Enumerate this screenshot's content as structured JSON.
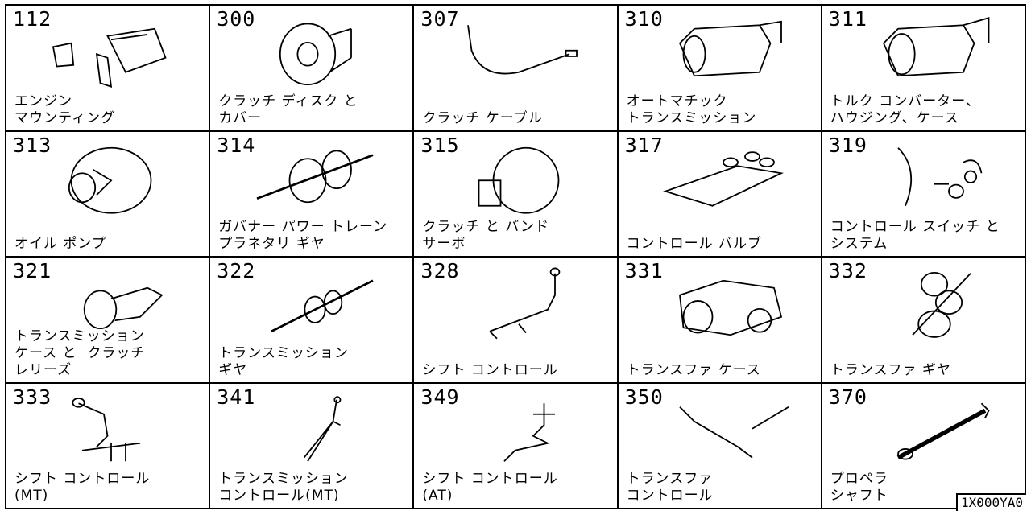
{
  "catalog": {
    "reference_code": "1X000YA0",
    "cells": [
      {
        "code": "112",
        "label": "エンジン\nマウンティング",
        "icon": "engine-mount-icon"
      },
      {
        "code": "300",
        "label": "クラッチ ディスク と\nカバー",
        "icon": "clutch-disc-icon"
      },
      {
        "code": "307",
        "label": "クラッチ ケーブル",
        "icon": "clutch-cable-icon"
      },
      {
        "code": "310",
        "label": "オートマチック\nトランスミッション",
        "icon": "auto-transmission-icon"
      },
      {
        "code": "311",
        "label": "トルク コンバーター、\nハウジング、ケース",
        "icon": "torque-converter-icon"
      },
      {
        "code": "313",
        "label": "オイル ポンプ",
        "icon": "oil-pump-icon"
      },
      {
        "code": "314",
        "label": "ガバナー パワー トレーン\nプラネタリ ギヤ",
        "icon": "planetary-gear-icon"
      },
      {
        "code": "315",
        "label": "クラッチ と バンド\nサーボ",
        "icon": "clutch-band-servo-icon"
      },
      {
        "code": "317",
        "label": "コントロール バルブ",
        "icon": "control-valve-icon"
      },
      {
        "code": "319",
        "label": "コントロール スイッチ と\nシステム",
        "icon": "control-switch-icon"
      },
      {
        "code": "321",
        "label": "トランスミッション\nケース と  クラッチ\nレリーズ",
        "icon": "transmission-case-icon"
      },
      {
        "code": "322",
        "label": "トランスミッション\nギヤ",
        "icon": "transmission-gear-icon"
      },
      {
        "code": "328",
        "label": "シフト コントロール",
        "icon": "shift-control-icon"
      },
      {
        "code": "331",
        "label": "トランスファ ケース",
        "icon": "transfer-case-icon"
      },
      {
        "code": "332",
        "label": "トランスファ ギヤ",
        "icon": "transfer-gear-icon"
      },
      {
        "code": "333",
        "label": "シフト コントロール\n(MT)",
        "icon": "shift-control-mt-icon"
      },
      {
        "code": "341",
        "label": "トランスミッション\nコントロール(MT)",
        "icon": "transmission-control-mt-icon"
      },
      {
        "code": "349",
        "label": "シフト コントロール\n(AT)",
        "icon": "shift-control-at-icon"
      },
      {
        "code": "350",
        "label": "トランスファ\nコントロール",
        "icon": "transfer-control-icon"
      },
      {
        "code": "370",
        "label": "プロペラ\nシャフト",
        "icon": "propeller-shaft-icon"
      }
    ]
  }
}
